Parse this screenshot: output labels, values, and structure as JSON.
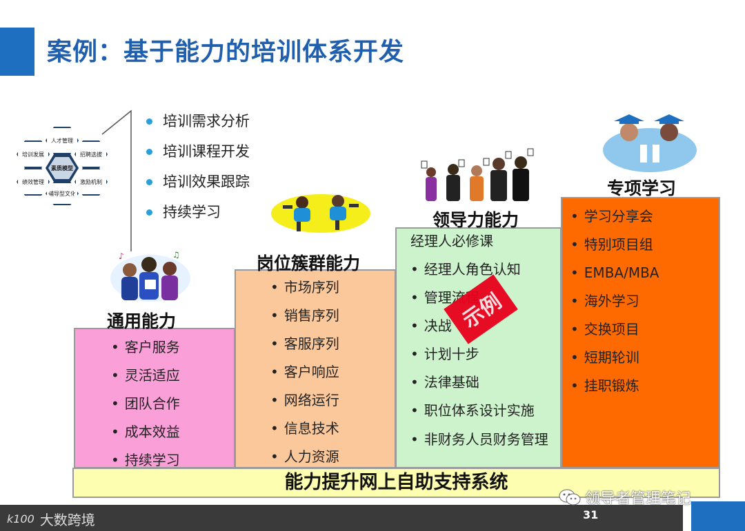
{
  "slide": {
    "title": "案例：基于能力的培训体系开发",
    "page_number": "31"
  },
  "hex_model": {
    "center": "素质模型",
    "top": "人才管理",
    "upper_left": "培训发展",
    "upper_right": "招聘选拔",
    "lower_left": "绩效管理",
    "lower_right": "激励机制",
    "bottom": "辅导型文化"
  },
  "top_bullets": [
    "培训需求分析",
    "培训课程开发",
    "培训效果跟踪",
    "持续学习"
  ],
  "steps": {
    "general": {
      "label": "通用能力",
      "items": [
        "客户服务",
        "灵活适应",
        "团队合作",
        "成本效益",
        "持续学习"
      ],
      "color": "#fb9fd8"
    },
    "job_cluster": {
      "label": "岗位簇群能力",
      "items": [
        "市场序列",
        "销售序列",
        "客服序列",
        "客户响应",
        "网络运行",
        "信息技术",
        "人力资源"
      ],
      "color": "#fbc89b"
    },
    "leadership": {
      "label": "领导力能力",
      "heading": "经理人必修课",
      "items": [
        "经理人角色认知",
        "管理流程",
        "决战",
        "计划十步",
        "法律基础",
        "职位体系设计实施",
        "非财务人员财务管理"
      ],
      "color": "#cdf3cd"
    },
    "special": {
      "label": "专项学习",
      "items": [
        "学习分享会",
        "特别项目组",
        "EMBA/MBA",
        "海外学习",
        "交换项目",
        "短期轮训",
        "挂职锻炼"
      ],
      "color": "#ff6a00"
    }
  },
  "base_label": "能力提升网上自助支持系统",
  "stamp_text": "示例",
  "footer": {
    "brand": "大数跨境",
    "brand_logo": "k100",
    "watermark": "领导者管理笔记"
  },
  "colors": {
    "title": "#1f5fae",
    "accent_blue": "#1f6fc1",
    "bullet_dot": "#2a9fd8",
    "stamp": "#e8001c"
  }
}
